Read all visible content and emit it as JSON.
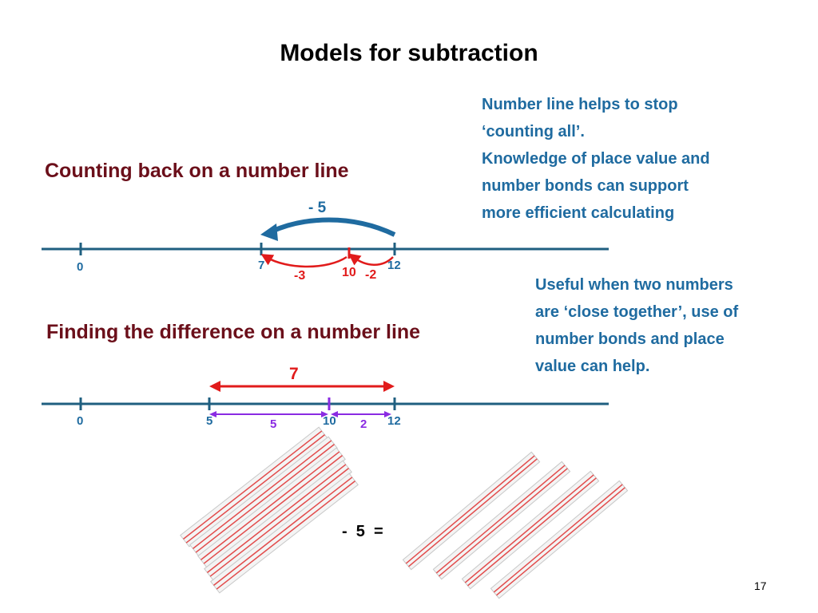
{
  "slide": {
    "title": "Models for subtraction",
    "page_number": "17"
  },
  "note_top": {
    "lines": [
      "Number line helps to stop",
      "‘counting all’.",
      "Knowledge of place value and",
      "number bonds can support",
      "more efficient calculating"
    ]
  },
  "note_bottom": {
    "lines": [
      "Useful when two numbers",
      "are ‘close together’, use of",
      "number bonds and place",
      "value can help."
    ]
  },
  "counting_back": {
    "heading": "Counting back on a number line",
    "ticks": [
      "0",
      "7",
      "10",
      "12"
    ],
    "jump_label": "- 5",
    "split_labels": [
      "-3",
      "-2"
    ]
  },
  "difference": {
    "heading": "Finding the difference on a number line",
    "ticks": [
      "0",
      "5",
      "10",
      "12"
    ],
    "total_label": "7",
    "split_labels": [
      "5",
      "2"
    ]
  },
  "equation": {
    "text": "-  5  ="
  },
  "colors": {
    "line": "#1f5f80",
    "red": "#e11b1b",
    "purple": "#8a2be2",
    "heading": "#6b0f1a",
    "note": "#1f6ba0"
  }
}
